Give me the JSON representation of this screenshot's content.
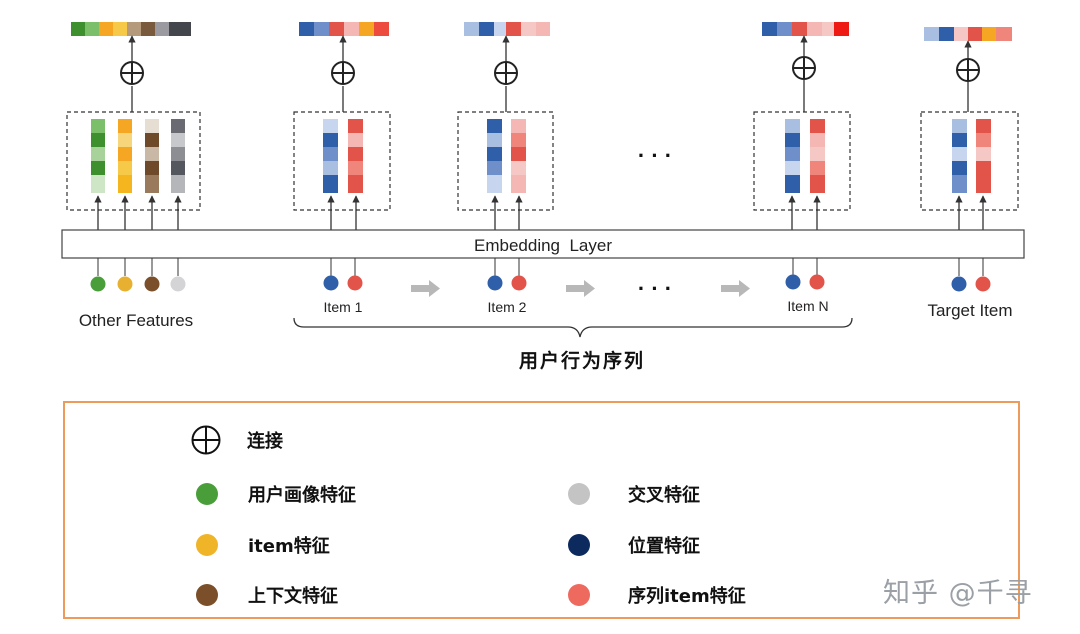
{
  "embedding_layer_label": "Embedding  Layer",
  "input_labels": {
    "other_features": "Other Features",
    "item1": "Item 1",
    "item2": "Item 2",
    "itemN": "Item N",
    "target_item": "Target Item"
  },
  "ellipsis": "· · ·",
  "sequence_caption": "用户行为序列",
  "legend": {
    "concat": "连接",
    "user_profile": "用户画像特征",
    "item_feature": "item特征",
    "context_feature": "上下文特征",
    "cross_feature": "交叉特征",
    "position_feature": "位置特征",
    "sequence_item_feature": "序列item特征"
  },
  "colors": {
    "user_profile": "#4a9e3a",
    "item_feature": "#f0b429",
    "context_feature": "#7a4f2a",
    "cross_feature": "#c4c4c4",
    "position_feature": "#0d2a5e",
    "sequence_item_feature": "#ee6a5f",
    "legend_border": "#ee9a5a"
  },
  "watermark": "知乎 @千寻"
}
